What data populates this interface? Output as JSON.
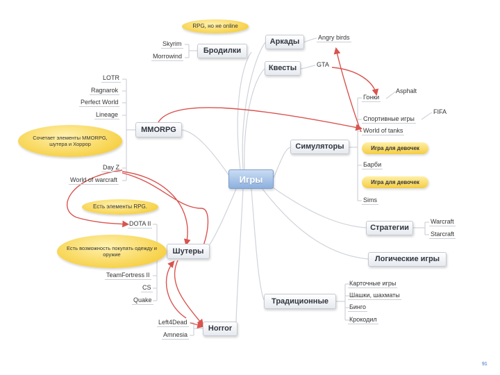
{
  "root": "Игры",
  "branches": {
    "arcades": "Аркады",
    "quests": "Квесты",
    "wanderers": "Бродилки",
    "mmorpg": "MMORPG",
    "simulators": "Симуляторы",
    "strategies": "Стратегии",
    "logic": "Логические игры",
    "shooters": "Шутеры",
    "traditional": "Традиционные",
    "horror": "Horror"
  },
  "leaves": {
    "angry_birds": "Angry birds",
    "gta": "GTA",
    "skyrim": "Skyrim",
    "morrowind": "Morrowind",
    "lotr": "LOTR",
    "ragnarok": "Ragnarok",
    "perfect_world": "Perfect World",
    "lineage": "Lineage",
    "day_z": "Day Z",
    "world_of_warcraft": "World of warcraft",
    "races": "Гонки",
    "asphalt": "Asphalt",
    "sports": "Спортивные игры",
    "fifa": "FIFA",
    "world_of_tanks": "World of tanks",
    "barbie": "Барби",
    "sims": "Sims",
    "warcraft": "Warcraft",
    "starcraft": "Starcraft",
    "dota": "DOTA II",
    "team_fortress": "TeamFortress II",
    "cs": "CS",
    "quake": "Quake",
    "left4dead": "Left4Dead",
    "amnesia": "Amnesia",
    "card_games": "Карточные игры",
    "checkers": "Шашки, шахматы",
    "cards_short": "Бинго",
    "crocodile": "Крокодил"
  },
  "notes": {
    "rpg_not_online": "RPG, но не online",
    "mmorpg_mix": "Сочетает элементы MMORPG, шутера и Хоррор",
    "rpg_elements": "Есть элементы RPG.",
    "buy_clothes": "Есть возможность покупать одежду и оружие",
    "girls_game_1": "Игра для девочек",
    "girls_game_2": "Игра для девочек"
  },
  "page_number": "91",
  "colors": {
    "connector": "#cfd3da",
    "arrow": "#d9534f",
    "bubble": "#f7d24b",
    "root": "#8db0de",
    "page_number": "#2a6abf"
  }
}
